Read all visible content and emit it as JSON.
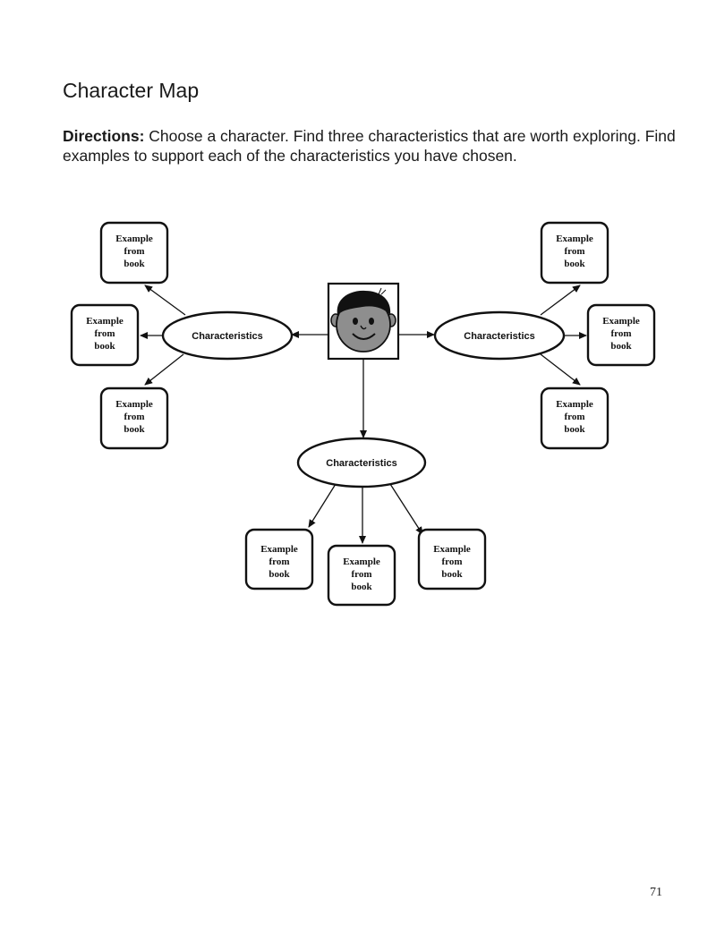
{
  "title": "Character Map",
  "directions": {
    "label": "Directions:",
    "text": "Choose a character. Find three characteristics that are worth exploring. Find examples to support each of the characteristics you have chosen."
  },
  "diagram": {
    "characteristic_label": "Characteristics",
    "example_box_lines": [
      "Example",
      "from",
      "book"
    ],
    "center_image": "smiling-boy-face-icon"
  },
  "page_number": "71"
}
